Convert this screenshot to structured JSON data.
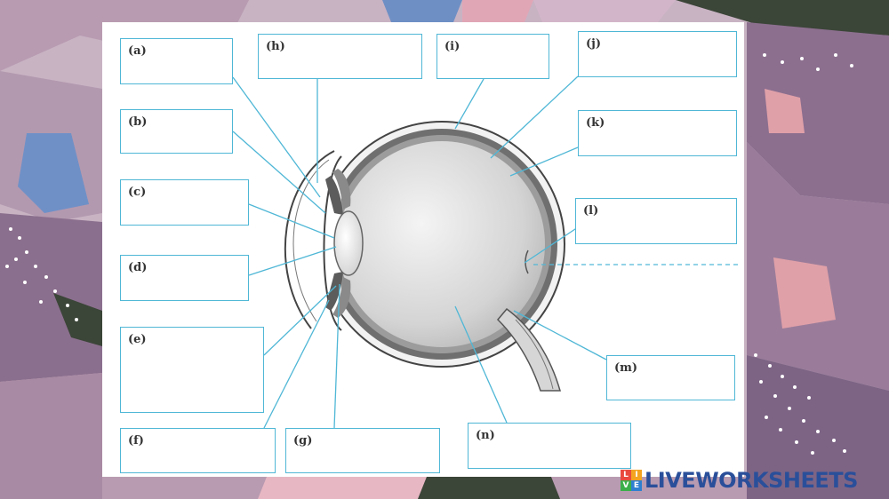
{
  "labels": {
    "a": "(a)",
    "b": "(b)",
    "c": "(c)",
    "d": "(d)",
    "e": "(e)",
    "f": "(f)",
    "g": "(g)",
    "h": "(h)",
    "i": "(i)",
    "j": "(j)",
    "k": "(k)",
    "l": "(l)",
    "m": "(m)",
    "n": "(n)"
  },
  "brand": {
    "name": "LIVEWORKSHEETS",
    "icon_letters": [
      "L",
      "I",
      "V",
      "E"
    ]
  },
  "colors": {
    "leader_line": "#4fb7d6",
    "brand_text": "#2a4f9a",
    "icon_tiles": [
      "#e94a3f",
      "#f3a421",
      "#3bb04a",
      "#2f7fd0"
    ]
  }
}
